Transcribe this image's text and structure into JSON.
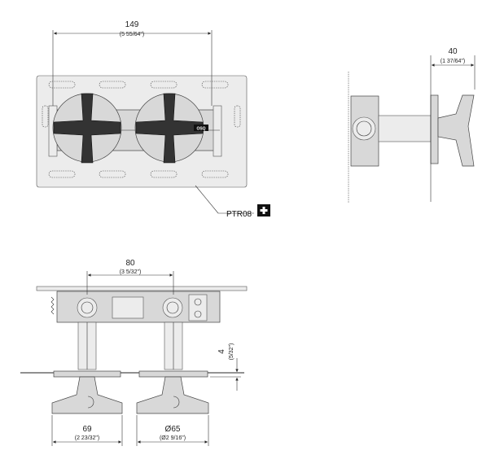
{
  "dimensions": {
    "top_width": {
      "value": "149",
      "imperial": "(5 55/64\")"
    },
    "side_depth": {
      "value": "40",
      "imperial": "(1 37/64\")"
    },
    "center_distance": {
      "value": "80",
      "imperial": "(3 5/32\")"
    },
    "wall_offset": {
      "value": "4",
      "imperial": "(5/32\")"
    },
    "handle_width": {
      "value": "69",
      "imperial": "(2 23/32\")"
    },
    "rosette_diameter": {
      "value": "Ø65",
      "imperial": "(Ø2 9/16\")"
    }
  },
  "callout": {
    "label": "PTR08",
    "icon": "plus-icon"
  },
  "valve_mark": "OSQ"
}
